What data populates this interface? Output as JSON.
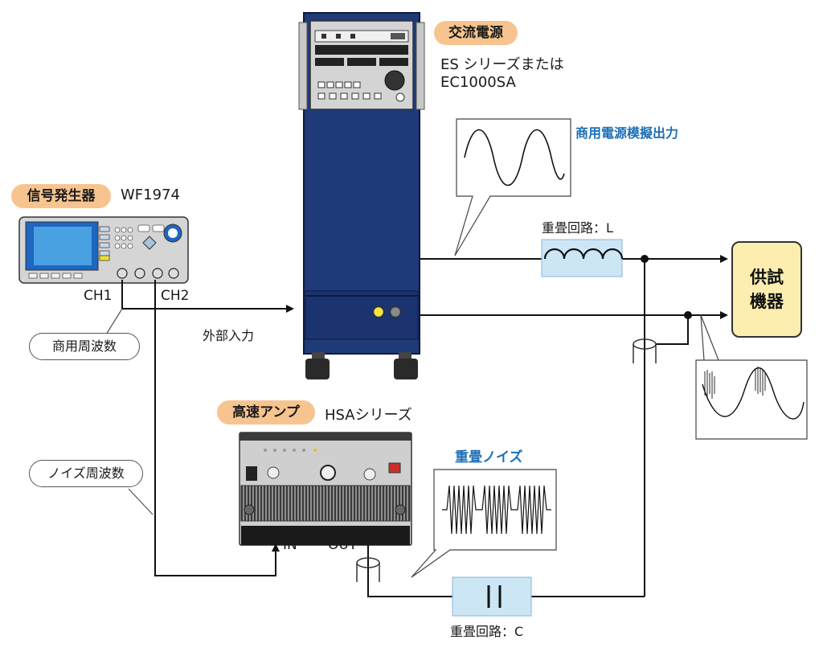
{
  "ac_power_supply": {
    "tag": "交流電源",
    "model_line1": "ES シリーズまたは",
    "model_line2": "EC1000SA"
  },
  "signal_generator": {
    "tag": "信号発生器",
    "model": "WF1974",
    "ch1_label": "CH1",
    "ch2_label": "CH2"
  },
  "high_speed_amp": {
    "tag": "高速アンプ",
    "model": "HSAシリーズ",
    "in_label": "IN",
    "out_label": "OUT"
  },
  "labels": {
    "commercial_output": "商用電源模擬出力",
    "coupling_L": "重畳回路：L",
    "coupling_C": "重畳回路：C",
    "external_input": "外部入力",
    "superimposed_noise": "重畳ノイズ",
    "commercial_frequency": "商用周波数",
    "noise_frequency": "ノイズ周波数"
  },
  "dut": {
    "line1": "供試",
    "line2": "機器"
  },
  "colors": {
    "tag_orange": "#f7c48f",
    "accent_blue": "#1d6fb8",
    "cabinet_navy": "#1e3a78",
    "coupling_box": "#cde6f5",
    "dut_fill": "#fdeeb0"
  }
}
